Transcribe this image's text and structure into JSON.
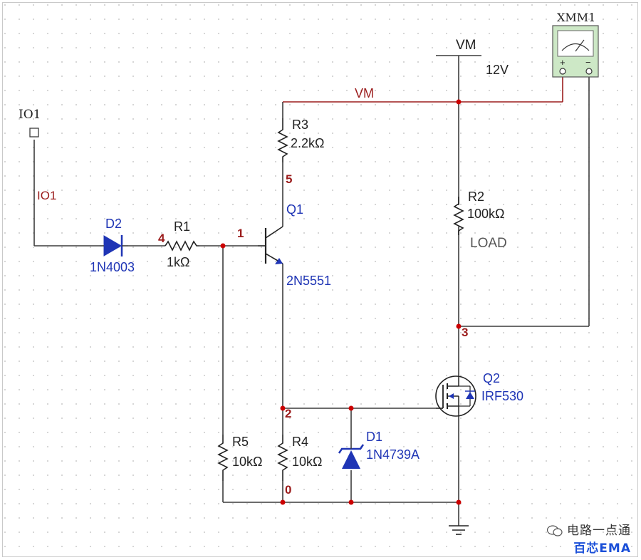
{
  "colors": {
    "wire_black": "#3c3c3c",
    "wire_red": "#9b1c1c",
    "component_blue": "#1f35b5",
    "dot_red": "#cc0000",
    "grid": "#b9b9b9",
    "meter_green": "#cde8c6"
  },
  "labels": {
    "io1_port": "IO1",
    "io1_net": "IO1",
    "vm_source": "VM",
    "vm_voltage": "12V",
    "vm_net": "VM",
    "meter": "XMM1",
    "meter_plus": "+",
    "meter_minus": "−",
    "d2_ref": "D2",
    "d2_value": "1N4003",
    "r1_ref": "R1",
    "r1_value": "1kΩ",
    "r3_ref": "R3",
    "r3_value": "2.2kΩ",
    "q1_ref": "Q1",
    "q1_value": "2N5551",
    "r2_ref": "R2",
    "r2_value": "100kΩ",
    "r2_note": "LOAD",
    "q2_ref": "Q2",
    "q2_value": "IRF530",
    "d1_ref": "D1",
    "d1_value": "1N4739A",
    "r5_ref": "R5",
    "r5_value": "10kΩ",
    "r4_ref": "R4",
    "r4_value": "10kΩ"
  },
  "nodes": {
    "n0": "0",
    "n1": "1",
    "n2": "2",
    "n3": "3",
    "n4": "4",
    "n5": "5"
  },
  "watermark": {
    "line1": "电路一点通",
    "line2": "百芯EMA"
  }
}
